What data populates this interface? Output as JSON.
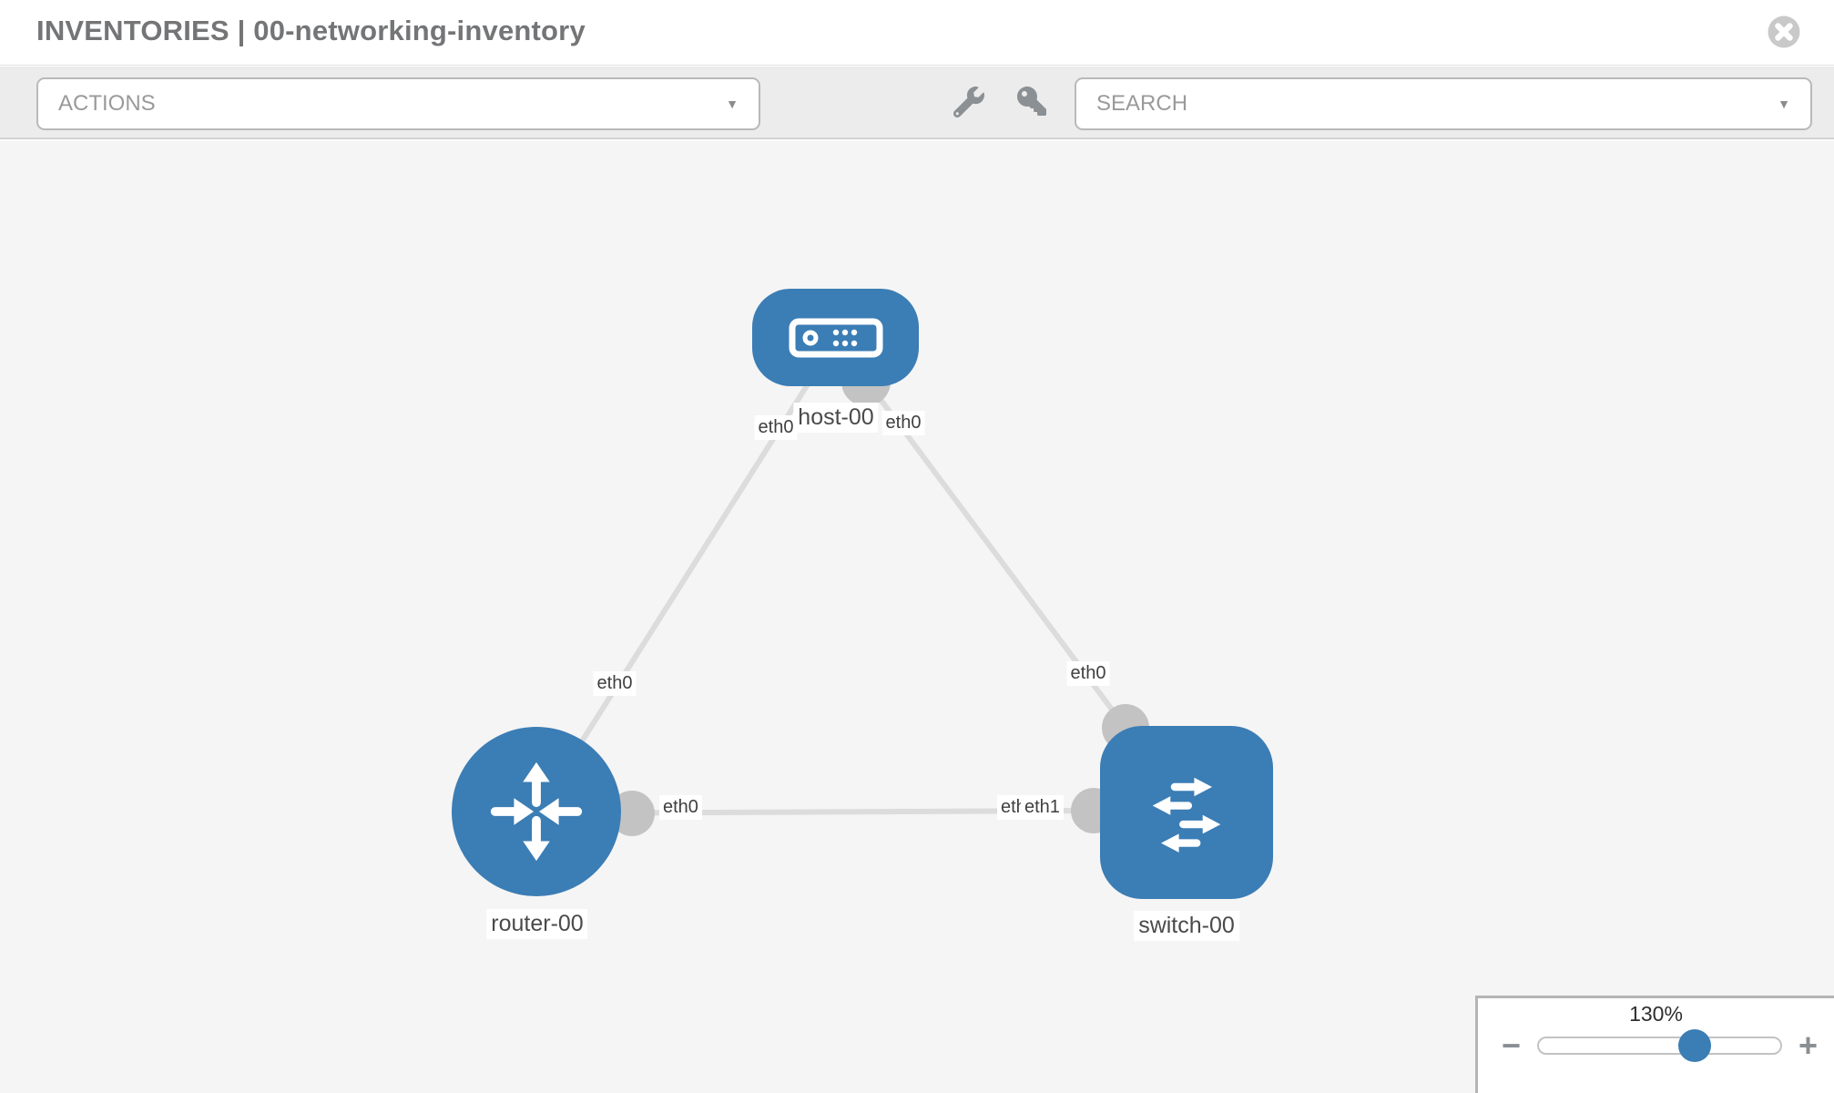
{
  "header": {
    "title": "INVENTORIES | 00-networking-inventory"
  },
  "toolbar": {
    "actions_label": "ACTIONS",
    "search_label": "SEARCH"
  },
  "icons": {
    "close": "circle-x",
    "wrench": "wrench",
    "key": "key",
    "caret_down": "▼",
    "zoom_out": "−",
    "zoom_in": "+"
  },
  "topology": {
    "nodes": [
      {
        "label": "host-00",
        "type": "host"
      },
      {
        "label": "router-00",
        "type": "router"
      },
      {
        "label": "switch-00",
        "type": "switch"
      }
    ],
    "links": [
      {
        "endpoints": [
          "host-00",
          "router-00"
        ],
        "labels": [
          "eth0",
          "eth0"
        ]
      },
      {
        "endpoints": [
          "host-00",
          "switch-00"
        ],
        "labels": [
          "eth0",
          "eth0"
        ]
      },
      {
        "endpoints": [
          "router-00",
          "switch-00"
        ],
        "labels": [
          "eth0",
          "eth0",
          "eth1"
        ]
      }
    ],
    "edge_labels": {
      "host_router_host_side": "eth0",
      "host_router_router_side": "eth0",
      "host_switch_host_side": "eth0",
      "host_switch_switch_side": "eth0",
      "router_switch_router_side": "eth0",
      "router_switch_switch_side_back": "eth0",
      "router_switch_switch_side_front": "eth1"
    }
  },
  "zoom_control": {
    "level": "130%"
  },
  "colors": {
    "node_blue": "#3b7db5",
    "port_gray": "#c3c3c3",
    "edge_gray": "#dcdcdc",
    "canvas_bg": "#f5f5f5",
    "toolbar_bg": "#ececec"
  }
}
